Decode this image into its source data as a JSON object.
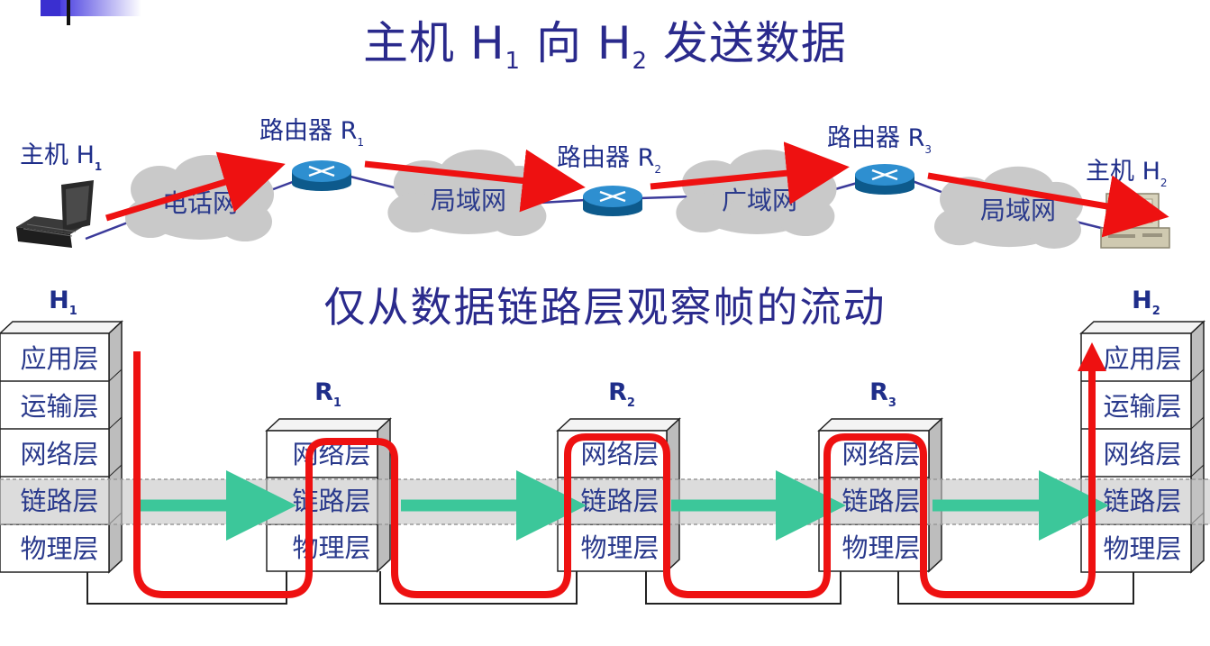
{
  "title": {
    "main_a": "主机 H",
    "sub_a": "1",
    "mid": " 向 H",
    "sub_b": "2",
    "main_b": " 发送数据"
  },
  "subtitle": "仅从数据链路层观察帧的流动",
  "hosts": {
    "h1_label": "主机 H",
    "h1_sub": "1",
    "h2_label": "主机 H",
    "h2_sub": "2"
  },
  "routers": [
    {
      "label": "路由器 R",
      "sub": "1"
    },
    {
      "label": "路由器 R",
      "sub": "2"
    },
    {
      "label": "路由器 R",
      "sub": "3"
    }
  ],
  "clouds": [
    "电话网",
    "局域网",
    "广域网",
    "局域网"
  ],
  "stack_titles": [
    {
      "name": "H",
      "sub": "1"
    },
    {
      "name": "R",
      "sub": "1"
    },
    {
      "name": "R",
      "sub": "2"
    },
    {
      "name": "R",
      "sub": "3"
    },
    {
      "name": "H",
      "sub": "2"
    }
  ],
  "host_layers": [
    "应用层",
    "运输层",
    "网络层",
    "链路层",
    "物理层"
  ],
  "router_layers": [
    "网络层",
    "链路层",
    "物理层"
  ],
  "colors": {
    "title": "#2a2a8c",
    "red_path": "#ee1111",
    "frame_arrow": "#3cc79a",
    "highlight_band": "#cfcfcf",
    "cloud": "#c9c9c9",
    "router": "#1e7ab8"
  },
  "icons": [
    "laptop-icon",
    "router-icon",
    "desktop-computer-icon",
    "cloud-icon"
  ]
}
